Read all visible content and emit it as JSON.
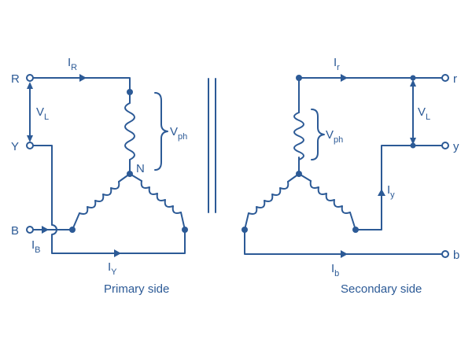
{
  "primary": {
    "terminals": {
      "r": "R",
      "y": "Y",
      "b": "B"
    },
    "line_voltage": {
      "main": "V",
      "sub": "L"
    },
    "phase_voltage": {
      "main": "V",
      "sub": "ph"
    },
    "neutral": "N",
    "current_r": {
      "main": "I",
      "sub": "R"
    },
    "current_b": {
      "main": "I",
      "sub": "B"
    },
    "current_y": {
      "main": "I",
      "sub": "Y"
    },
    "caption": "Primary side"
  },
  "secondary": {
    "terminals": {
      "r": "r",
      "y": "y",
      "b": "b"
    },
    "line_voltage": {
      "main": "V",
      "sub": "L"
    },
    "phase_voltage": {
      "main": "V",
      "sub": "ph"
    },
    "current_r": {
      "main": "I",
      "sub": "r"
    },
    "current_y": {
      "main": "I",
      "sub": "y"
    },
    "current_b": {
      "main": "I",
      "sub": "b"
    },
    "caption": "Secondary side"
  },
  "colors": {
    "line": "#2c5a96",
    "background": "#ffffff"
  }
}
